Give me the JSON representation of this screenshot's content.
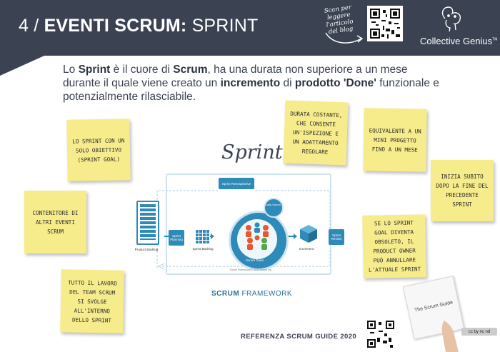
{
  "header": {
    "num": "4 /",
    "bold": "EVENTI SCRUM:",
    "rest": "SPRINT",
    "scan_line1": "Scan per",
    "scan_line2": "leggere",
    "scan_line3": "l'articolo",
    "scan_line4": "del blog",
    "brand": "Collective Genius",
    "brand_mark": "TM"
  },
  "intro": {
    "t1": "Lo ",
    "b1": "Sprint",
    "t2": " è il cuore di ",
    "b2": "Scrum",
    "t3": ", ha una durata non superiore a un mese durante il quale viene creato un ",
    "b3": "incremento",
    "t4": " di ",
    "b4": "prodotto 'Done'",
    "t5": " funzionale e potenzialmente rilasciabile."
  },
  "notes": [
    "Lo sprint con un solo obiettivo (sprint goal)",
    "Contenitore di altri eventi scrum",
    "Tutto il lavoro del team scrum si svolge all'interno dello sprint",
    "Durata costante, che consente un'ispezione e un adattamento regolare",
    "Equivalente a un mini progetto fino a un mese",
    "Inizia subito dopo la fine del precedente sprint",
    "Se lo sprint goal diventa obsoleto, il product owner può annullare l'attuale sprint"
  ],
  "framework": {
    "sprint_word": "Sprint",
    "retro": "Sprint Retrospective",
    "planning": "Sprint Planning",
    "review": "Sprint Review",
    "daily": "Daily Scrum",
    "product_backlog": "Product Backlog",
    "sprint_backlog": "Sprint Backlog",
    "increment": "Increment",
    "scrum_team": "Scrum Team",
    "credit": "Scrum Framework © 2020 Scrum.org",
    "label_bold": "SCRUM",
    "label_rest": " FRAMEWORK"
  },
  "footer": {
    "reference": "REFERENZA SCRUM GUIDE 2020",
    "guide_title": "The Scrum Guide",
    "license": "cc by nc nd"
  },
  "colors": {
    "header_bg": "#3b4252",
    "note_yellow": "#f6ec8b",
    "framework_blue": "#2e8ab8"
  }
}
